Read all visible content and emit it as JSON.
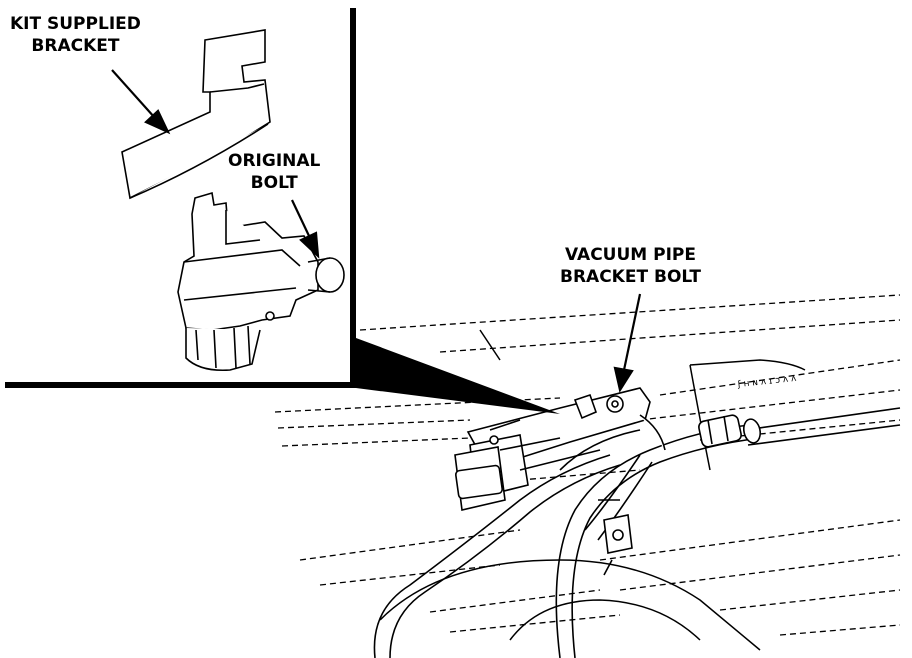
{
  "callouts": {
    "kit_bracket": {
      "line1": "KIT SUPPLIED",
      "line2": "BRACKET"
    },
    "original_bolt": {
      "line1": "ORIGINAL",
      "line2": "BOLT"
    },
    "vacuum_pipe_bolt": {
      "line1": "VACUUM PIPE",
      "line2": "BRACKET BOLT"
    }
  },
  "colors": {
    "ink": "#000000",
    "paper": "#ffffff"
  }
}
